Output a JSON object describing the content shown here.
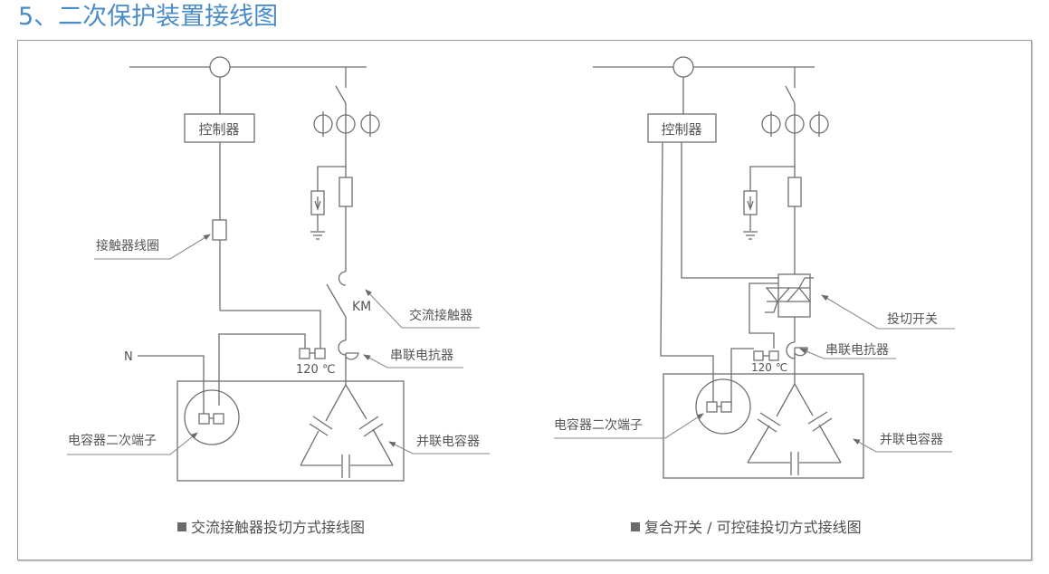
{
  "page": {
    "title": "5、二次保护装置接线图"
  },
  "left_diagram": {
    "controller_label": "控制器",
    "contactor_coil_label": "接触器线圈",
    "km_label": "KM",
    "ac_contactor_label": "交流接触器",
    "series_reactor_label": "串联电抗器",
    "temp_label": "120 ℃",
    "neutral_label": "N",
    "capacitor_terminal_label": "电容器二次端子",
    "parallel_capacitor_label": "并联电容器",
    "caption": "交流接触器投切方式接线图"
  },
  "right_diagram": {
    "controller_label": "控制器",
    "switch_label": "投切开关",
    "series_reactor_label": "串联电抗器",
    "temp_label": "120 ℃",
    "capacitor_terminal_label": "电容器二次端子",
    "parallel_capacitor_label": "并联电容器",
    "caption": "复合开关 / 可控硅投切方式接线图"
  },
  "colors": {
    "title": "#4a8cc8",
    "line": "#6f6f6f",
    "text": "#555555"
  }
}
